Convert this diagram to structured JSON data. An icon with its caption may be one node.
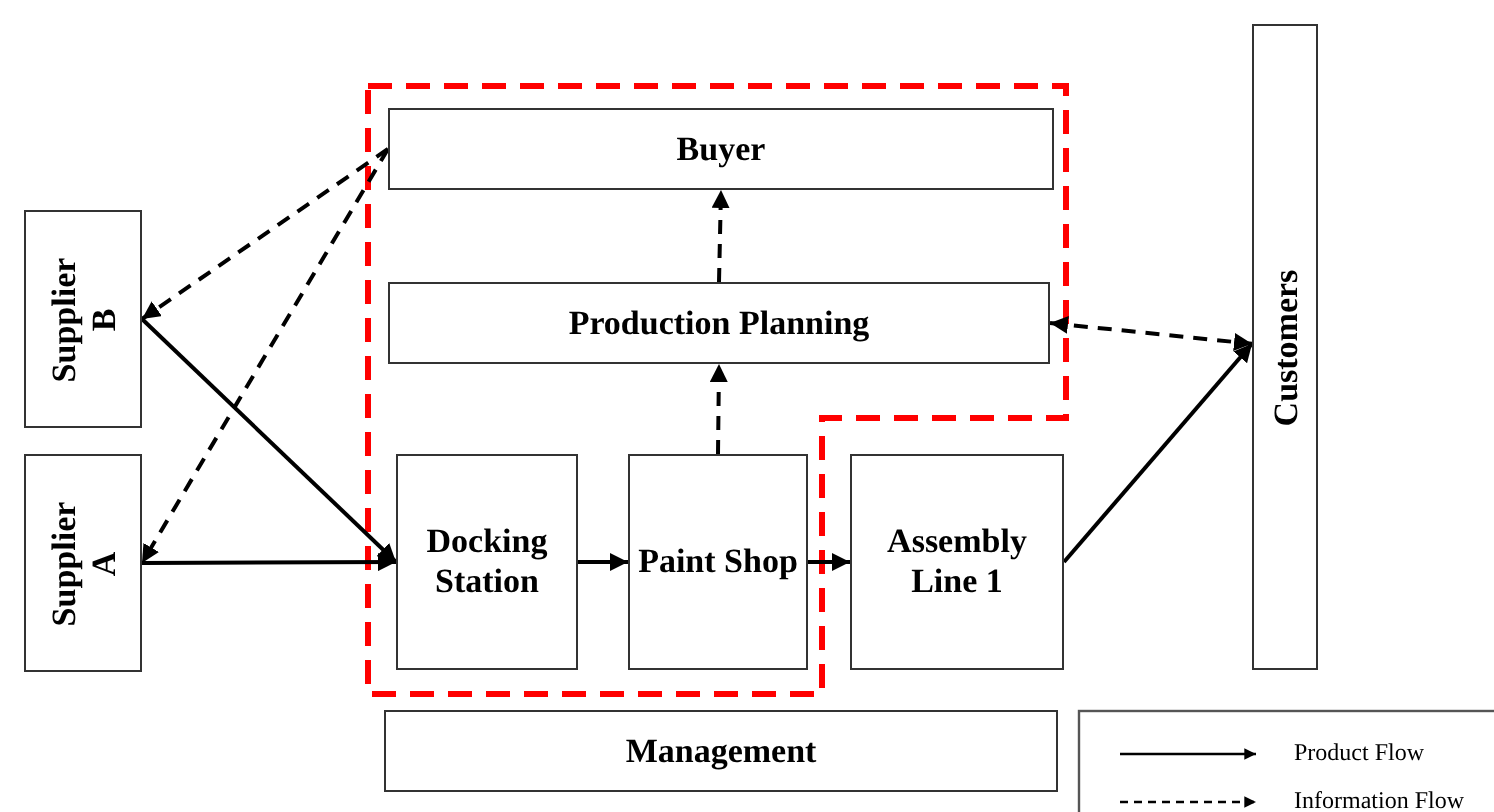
{
  "diagram": {
    "nodes": [
      {
        "text": [
          "Buyer"
        ]
      },
      {
        "text": [
          "Production Planning"
        ]
      },
      {
        "text": [
          "Supplier B"
        ]
      },
      {
        "text": [
          "Supplier A"
        ]
      },
      {
        "text": [
          "Docking Station"
        ]
      },
      {
        "text": [
          "Paint Shop"
        ]
      },
      {
        "text": [
          "Assembly Line 1"
        ]
      },
      {
        "text": [
          "Customers"
        ]
      },
      {
        "text": [
          "Management"
        ]
      }
    ],
    "edges": [
      {
        "from": 0,
        "to": 2,
        "arrow": "to",
        "style": "dashed"
      },
      {
        "from": 0,
        "to": 3,
        "arrow": "to",
        "style": "dashed"
      },
      {
        "from": 2,
        "to": 4,
        "arrow": "to"
      },
      {
        "from": 3,
        "to": 4,
        "arrow": "to"
      },
      {
        "from": 4,
        "to": 5,
        "arrow": "to"
      },
      {
        "from": 5,
        "to": 6,
        "arrow": "to"
      },
      {
        "from": 5,
        "to": 1,
        "arrow": "to",
        "style": "dashed"
      },
      {
        "from": 1,
        "to": 0,
        "arrow": "to",
        "style": "dashed"
      },
      {
        "from": 1,
        "to": 7,
        "arrow": "both",
        "style": "dashed"
      },
      {
        "from": 6,
        "to": 7,
        "arrow": "to"
      }
    ],
    "legend": [
      {
        "text": "Product Flow"
      },
      {
        "text": "Information Flow"
      }
    ]
  }
}
